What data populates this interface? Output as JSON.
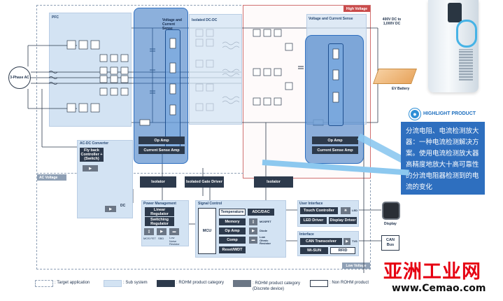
{
  "zones": {
    "high_voltage": "High Voltage",
    "ac_voltage": "AC Voltage",
    "low_voltage": "Low Voltage"
  },
  "blocks": {
    "pfc": "PFC",
    "voltage_current_sense_left": "Voltage and Current Sense",
    "isolated_dcdc": "Isolated DC-DC",
    "voltage_current_sense_right": "Voltage and Current Sense",
    "three_phase_ac": "3-Phase AC",
    "op_amp": "Op Amp",
    "current_sense_amp": "Current Sense Amp",
    "op_amp_right": "Op Amp",
    "current_sense_amp_right": "Current Sense Amp",
    "acdc_converter": "AC-DC Converter",
    "flyback_controller": "Fly back Controller + (Switch)",
    "dc": "DC",
    "isolator_1": "Isolator",
    "isolated_gate_driver": "Isolated Gate Driver",
    "isolator_2": "Isolator",
    "power_management": "Power Management",
    "linear_regulator": "Linear Regulator",
    "switching_regulator": "Switching Regulator",
    "pm_part_labels": [
      "MOS FET",
      "SBD",
      "Low Noise Resistor"
    ],
    "signal_control": "Signal Control",
    "mcu": "MCU",
    "temperature": "Temperature",
    "adc_dac": "ADC/DAC",
    "memory": "Memory",
    "mosfet": "MOSFET",
    "op_amp_sc": "Op Amp",
    "diode": "Diode",
    "comp": "Comp",
    "low_ohmic_resistor": "Low Ohmic Resistor",
    "reset_wdt": "Reset/WDT",
    "user_interface": "User Interface",
    "touch_controller": "Touch Controller",
    "led": "LED",
    "led_driver": "LED Driver",
    "display_driver": "Display Driver",
    "interface": "Interface",
    "can_transceiver": "CAN Transceiver",
    "tvs": "TVS",
    "wi_sun": "Wi-SUN",
    "rfid": "RFID",
    "display": "Display",
    "can_bus": "CAN Bus",
    "output_voltage": "400V DC to 1,000V DC",
    "ev_battery": "EV Battery"
  },
  "highlight": {
    "title": "HIGHLIGHT PRODUCT",
    "text": "分流电阻、电流检测放大器：一种电流检测解决方案。使用电流检测放大器高精度地放大十高可靠性的分流电阻器检测到的电流的变化"
  },
  "legend": {
    "target": ": Target application",
    "subsystem": ": Sub system",
    "rohm_category": ": ROHM product category",
    "rohm_discrete": ": ROHM product category (Discrete device)",
    "non_rohm": ": Non ROHM product"
  },
  "watermark": {
    "brand": "亚洲工业网",
    "url": "www.Cemao.com"
  },
  "colors": {
    "highlight_blue": "#2e6fbf",
    "subsystem": "#d3e3f3",
    "dark_box": "#2d3a4c",
    "grey_box": "#6b7685",
    "high_voltage_border": "#c94b4b",
    "watermark_red": "#e60012"
  }
}
